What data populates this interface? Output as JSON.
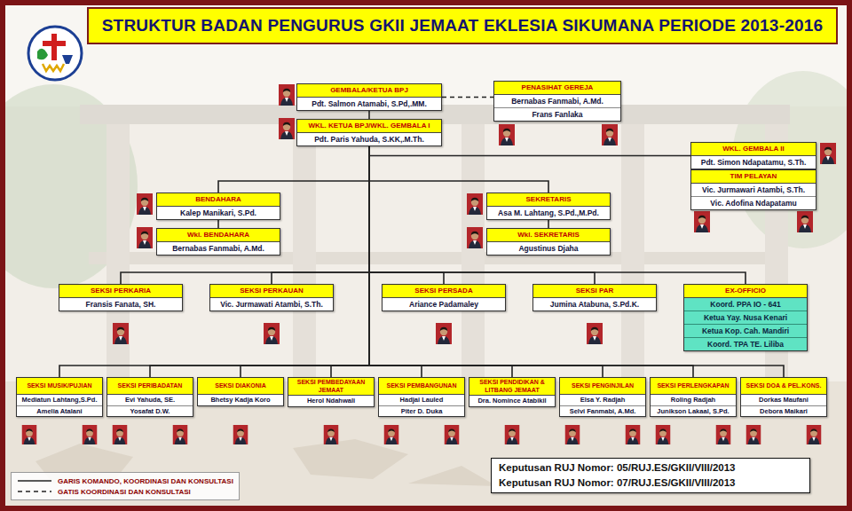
{
  "diagram": {
    "title": "STRUKTUR BADAN PENGURUS GKII JEMAAT EKLESIA SIKUMANA PERIODE 2013-2016",
    "nodes": [
      {
        "text": [
          "GEMBALA/KETUA BPJ",
          "Pdt. Salmon Atamabi, S.Pd,.MM."
        ]
      },
      {
        "text": [
          "PENASIHAT GEREJA",
          "Bernabas Fanmabi, A.Md.",
          "Frans Fanlaka"
        ]
      },
      {
        "text": [
          "WKL. KETUA BPJ/WKL. GEMBALA I",
          "Pdt. Paris Yahuda, S.KK,.M.Th."
        ]
      },
      {
        "text": [
          "WKL. GEMBALA II",
          "Pdt. Simon Ndapatamu, S.Th."
        ]
      },
      {
        "text": [
          "TIM PELAYAN",
          "Vic. Jurmawari Atambi, S.Th.",
          "Vic. Adofina Ndapatamu"
        ]
      },
      {
        "text": [
          "BENDAHARA",
          "Kalep Manikari, S.Pd."
        ]
      },
      {
        "text": [
          "SEKRETARIS",
          "Asa M. Lahtang, S.Pd.,M.Pd."
        ]
      },
      {
        "text": [
          "Wkl. BENDAHARA",
          "Bernabas Fanmabi, A.Md."
        ]
      },
      {
        "text": [
          "Wkl. SEKRETARIS",
          "Agustinus Djaha"
        ]
      },
      {
        "text": [
          "SEKSI PERKARIA",
          "Fransis Fanata, SH."
        ]
      },
      {
        "text": [
          "SEKSI PERKAUAN",
          "Vic. Jurmawati Atambi, S.Th."
        ]
      },
      {
        "text": [
          "SEKSI PERSADA",
          "Ariance Padamaley"
        ]
      },
      {
        "text": [
          "SEKSI PAR",
          "Jumina Atabuna, S.Pd.K."
        ]
      },
      {
        "text": [
          "EX-OFFICIO",
          "Koord. PPA IO - 641",
          "Ketua Yay. Nusa Kenari",
          "Ketua Kop. Cah. Mandiri",
          "Koord. TPA TE. Liliba"
        ]
      },
      {
        "text": [
          "SEKSI MUSIK/PUJIAN",
          "Mediatun Lahtang,S.Pd.",
          "Amelia Atalani"
        ]
      },
      {
        "text": [
          "SEKSI PERIBADATAN",
          "Evi Yahuda, SE.",
          "Yosafat D.W."
        ]
      },
      {
        "text": [
          "SEKSI DIAKONIA",
          "Bhetsy Kadja Koro"
        ]
      },
      {
        "text": [
          "SEKSI PEMBEDAYAAN JEMAAT",
          "Herol Ndahwali"
        ]
      },
      {
        "text": [
          "SEKSI PEMBANGUNAN",
          "Hadjai Lauled",
          "Piter D. Duka"
        ]
      },
      {
        "text": [
          "SEKSI PENDIDIKAN & LITBANG JEMAAT",
          "Dra. Nomince Atabikil"
        ]
      },
      {
        "text": [
          "SEKSI PENGINJILAN",
          "Elsa Y. Radjah",
          "Selvi Fanmabi, A.Md."
        ]
      },
      {
        "text": [
          "SEKSI PERLENGKAPAN",
          "Roling Radjah",
          "Junikson Lakaal, S.Pd."
        ]
      },
      {
        "text": [
          "SEKSI DOA & PEL.KONS.",
          "Dorkas Maufani",
          "Debora Maikari"
        ]
      },
      {
        "text": [
          "Keputusan RUJ Nomor: 05/RUJ.ES/GKII/VIII/2013",
          "Keputusan RUJ Nomor: 07/RUJ.ES/GKII/VIII/2013"
        ]
      }
    ],
    "edges": [
      {
        "from": 0,
        "to": 1,
        "arrow": "none"
      },
      {
        "from": 0,
        "to": 2,
        "arrow": "none"
      },
      {
        "from": 2,
        "to": 3,
        "arrow": "none"
      },
      {
        "from": 2,
        "to": 5,
        "arrow": "none"
      },
      {
        "from": 2,
        "to": 6,
        "arrow": "none"
      },
      {
        "from": 5,
        "to": 7,
        "arrow": "none"
      },
      {
        "from": 6,
        "to": 8,
        "arrow": "none"
      },
      {
        "from": 2,
        "to": 9,
        "arrow": "none"
      },
      {
        "from": 2,
        "to": 10,
        "arrow": "none"
      },
      {
        "from": 2,
        "to": 11,
        "arrow": "none"
      },
      {
        "from": 2,
        "to": 12,
        "arrow": "none"
      },
      {
        "from": 2,
        "to": 13,
        "arrow": "none"
      },
      {
        "from": 2,
        "to": 14,
        "arrow": "none"
      },
      {
        "from": 2,
        "to": 15,
        "arrow": "none"
      },
      {
        "from": 2,
        "to": 16,
        "arrow": "none"
      },
      {
        "from": 2,
        "to": 17,
        "arrow": "none"
      },
      {
        "from": 2,
        "to": 18,
        "arrow": "none"
      },
      {
        "from": 2,
        "to": 19,
        "arrow": "none"
      },
      {
        "from": 2,
        "to": 20,
        "arrow": "none"
      },
      {
        "from": 2,
        "to": 21,
        "arrow": "none"
      },
      {
        "from": 2,
        "to": 22,
        "arrow": "none"
      }
    ],
    "legend": [
      {
        "text": "GARIS KOMANDO, KOORDINASI DAN KONSULTASI"
      },
      {
        "text": "GATIS KOORDINASI DAN KONSULTASI"
      }
    ]
  }
}
